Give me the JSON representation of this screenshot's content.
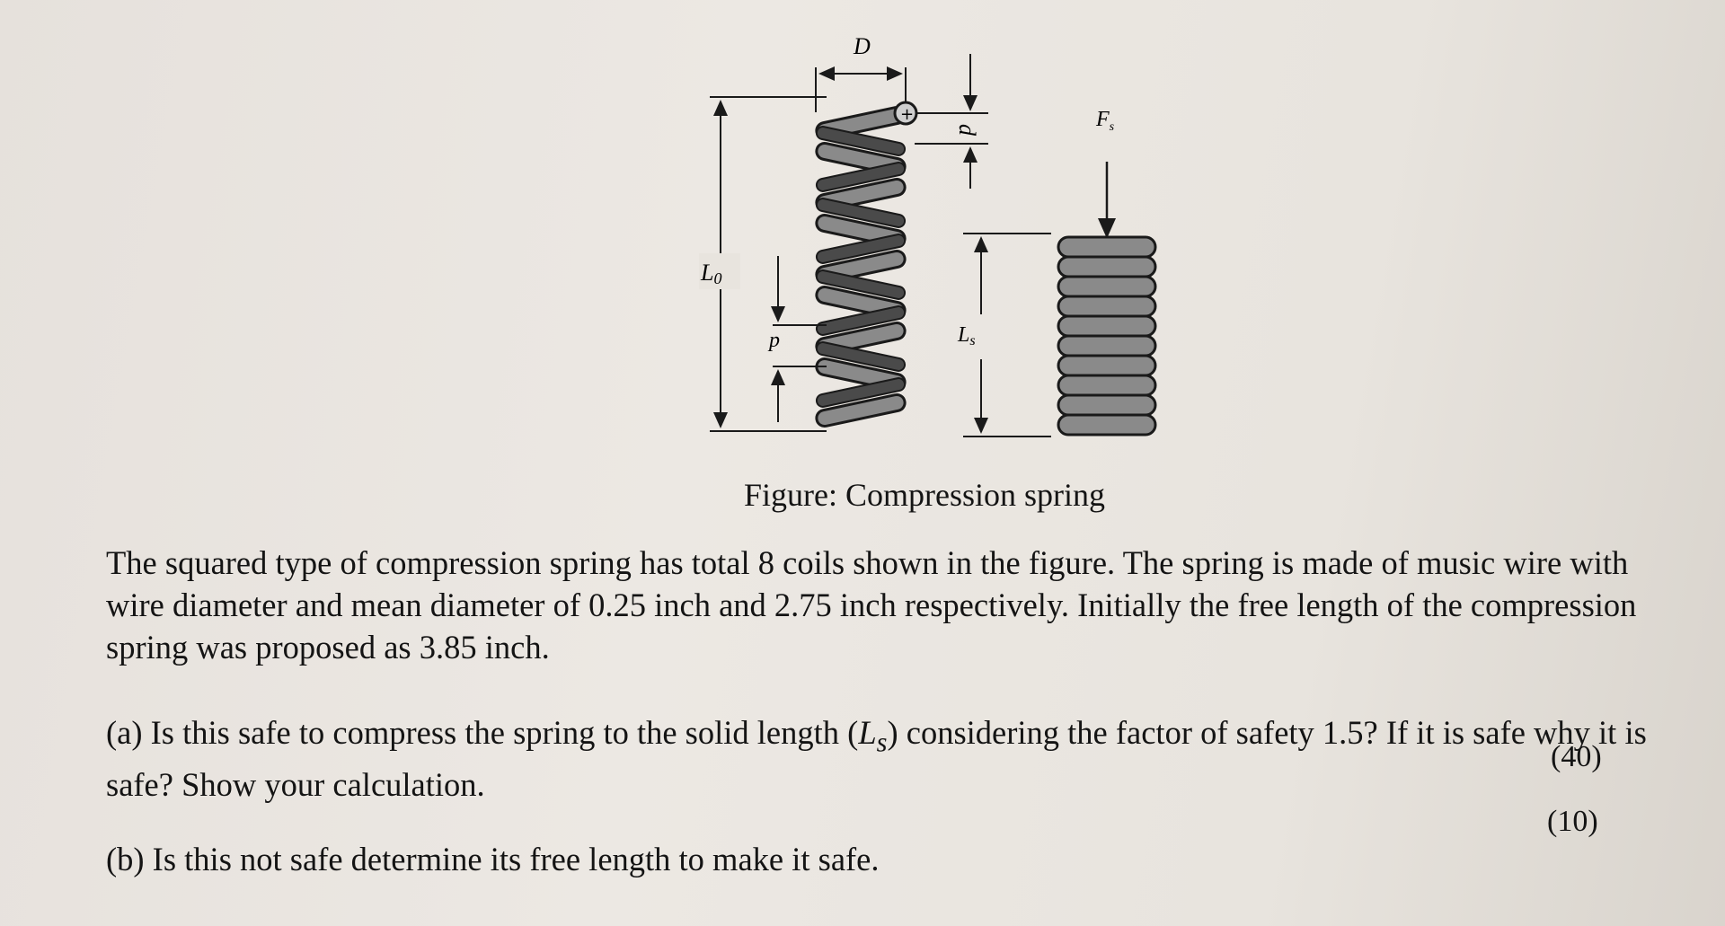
{
  "figure": {
    "labels": {
      "D": "D",
      "d": "d",
      "Fs": "F",
      "Fs_sub": "s",
      "L0": "L",
      "L0_sub": "0",
      "p": "p",
      "Ls": "L",
      "Ls_sub": "s"
    },
    "caption": "Figure: Compression spring"
  },
  "problem": {
    "intro": "The squared type of compression spring has total 8 coils shown in the figure. The spring is made of music wire with wire diameter and mean diameter of 0.25 inch and 2.75 inch respectively. Initially the free length of the compression spring was proposed as 3.85 inch.",
    "part_a_before": "(a) Is this safe to compress the spring to the solid length (",
    "part_a_var": "L",
    "part_a_var_sub": "s",
    "part_a_after": ") considering the factor of safety 1.5? If it is safe why it is safe? Show your calculation.",
    "part_a_marks": "(40)",
    "part_b": "(b) Is this not safe determine its free length to make it safe.",
    "part_b_marks": "(10)"
  }
}
